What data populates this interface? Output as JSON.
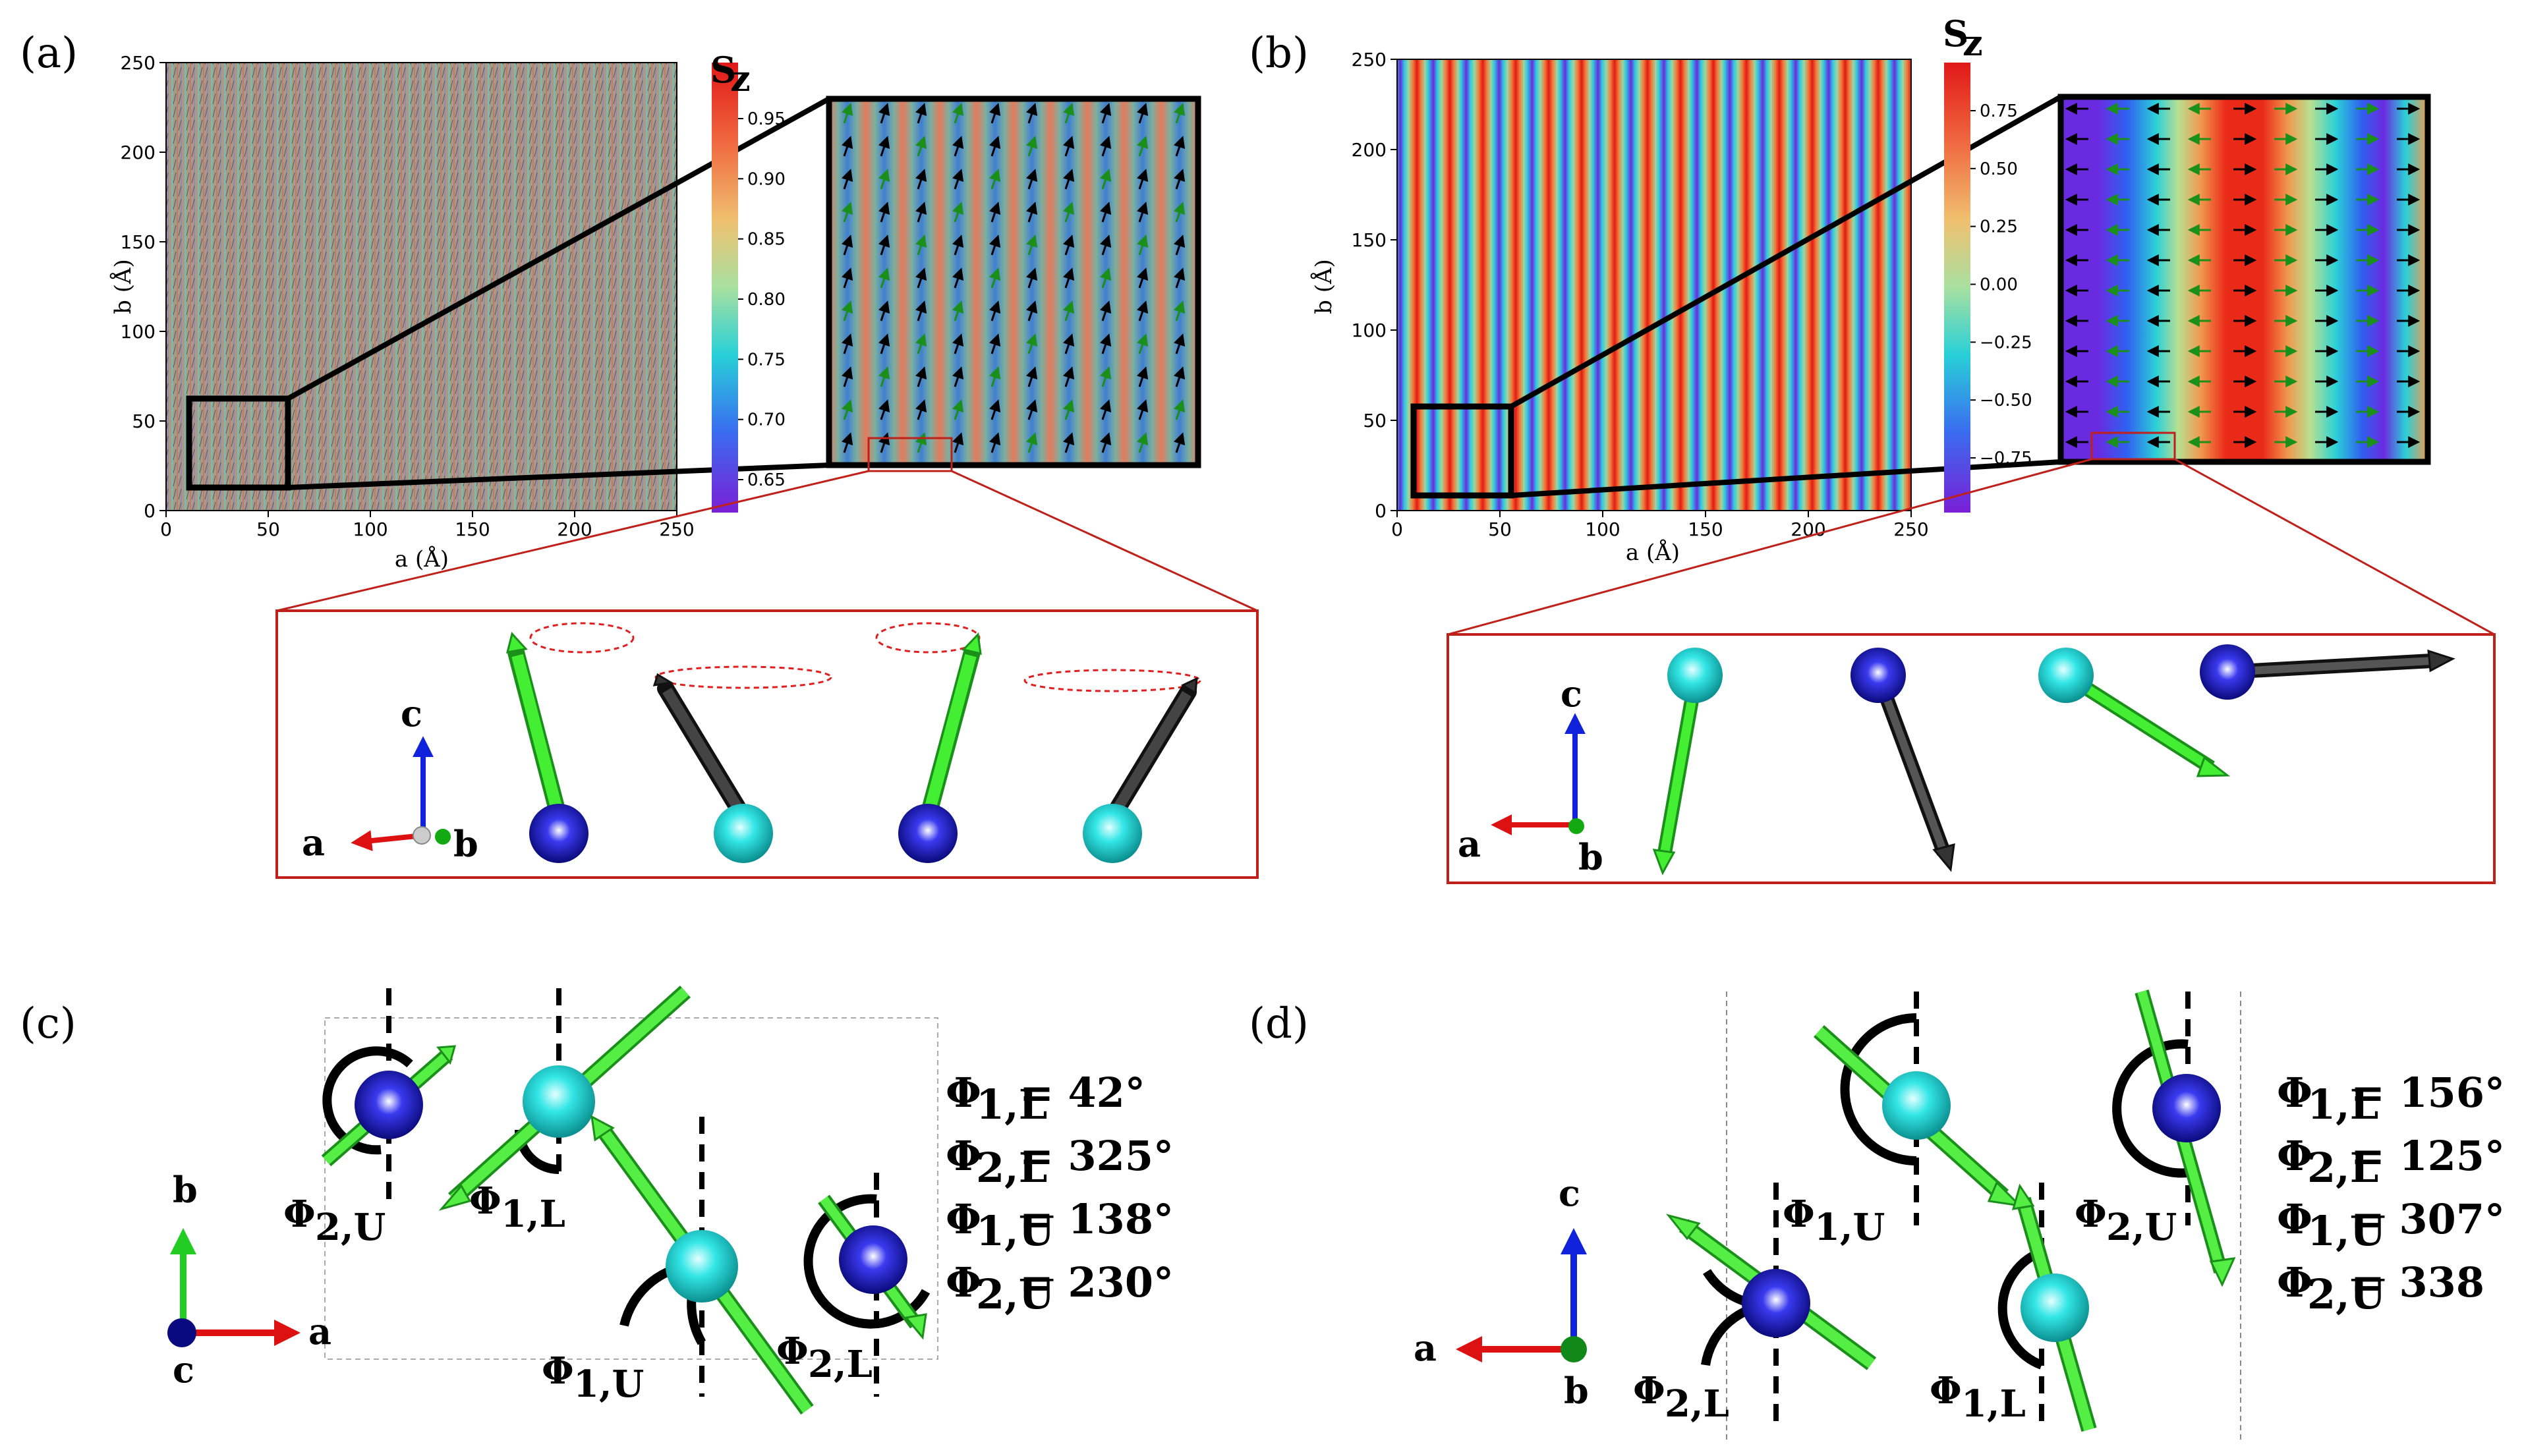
{
  "panel_labels": {
    "a": "(a)",
    "b": "(b)",
    "c": "(c)",
    "d": "(d)"
  },
  "panel_a": {
    "xlabel": "a (Å)",
    "ylabel": "b (Å)",
    "x_ticks": [
      "0",
      "50",
      "100",
      "150",
      "200",
      "250"
    ],
    "y_ticks": [
      "0",
      "50",
      "100",
      "150",
      "200",
      "250"
    ],
    "colorbar_title": "S",
    "colorbar_sub": "z",
    "colorbar_ticks": [
      "0.95",
      "0.90",
      "0.85",
      "0.80",
      "0.75",
      "0.70",
      "0.65"
    ],
    "axis_labels": {
      "c": "c",
      "a": "a",
      "b": "b"
    }
  },
  "panel_b": {
    "xlabel": "a (Å)",
    "ylabel": "b (Å)",
    "x_ticks": [
      "0",
      "50",
      "100",
      "150",
      "200",
      "250"
    ],
    "y_ticks": [
      "0",
      "50",
      "100",
      "150",
      "200",
      "250"
    ],
    "colorbar_title": "S",
    "colorbar_sub": "z",
    "colorbar_ticks": [
      "0.75",
      "0.50",
      "0.25",
      "0.00",
      "−0.25",
      "−0.50",
      "−0.75"
    ],
    "axis_labels": {
      "c": "c",
      "a": "a",
      "b": "b"
    }
  },
  "panel_c": {
    "axis_labels": {
      "b": "b",
      "a": "a",
      "c": "c"
    },
    "phi_labels": [
      {
        "main": "Φ",
        "sub": "2,U"
      },
      {
        "main": "Φ",
        "sub": "1,L"
      },
      {
        "main": "Φ",
        "sub": "1,U"
      },
      {
        "main": "Φ",
        "sub": "2,L"
      }
    ],
    "angles": [
      {
        "sym": "Φ",
        "sub": "1,L",
        "value": " = 42°"
      },
      {
        "sym": "Φ",
        "sub": "2,L",
        "value": " = 325°"
      },
      {
        "sym": "Φ",
        "sub": "1,U",
        "value": " = 138°"
      },
      {
        "sym": "Φ",
        "sub": "2,U",
        "value": " = 230°"
      }
    ]
  },
  "panel_d": {
    "axis_labels": {
      "c": "c",
      "a": "a",
      "b": "b"
    },
    "phi_labels": [
      {
        "main": "Φ",
        "sub": "1,U"
      },
      {
        "main": "Φ",
        "sub": "2,U"
      },
      {
        "main": "Φ",
        "sub": "2,L"
      },
      {
        "main": "Φ",
        "sub": "1,L"
      }
    ],
    "angles": [
      {
        "sym": "Φ",
        "sub": "1,L",
        "value": " = 156°"
      },
      {
        "sym": "Φ",
        "sub": "2,L",
        "value": " = 125°"
      },
      {
        "sym": "Φ",
        "sub": "1,U",
        "value": " = 307°"
      },
      {
        "sym": "Φ",
        "sub": "2,U",
        "value": " = 338"
      }
    ]
  },
  "colors": {
    "green_arrow": "#33dd22",
    "black_arrow": "#333333",
    "blue_atom": "#1a1acc",
    "cyan_atom": "#22dddd",
    "frame_red": "#c0201a",
    "axis_red": "#dd1111",
    "axis_blue": "#1122dd",
    "axis_green": "#11aa11"
  }
}
